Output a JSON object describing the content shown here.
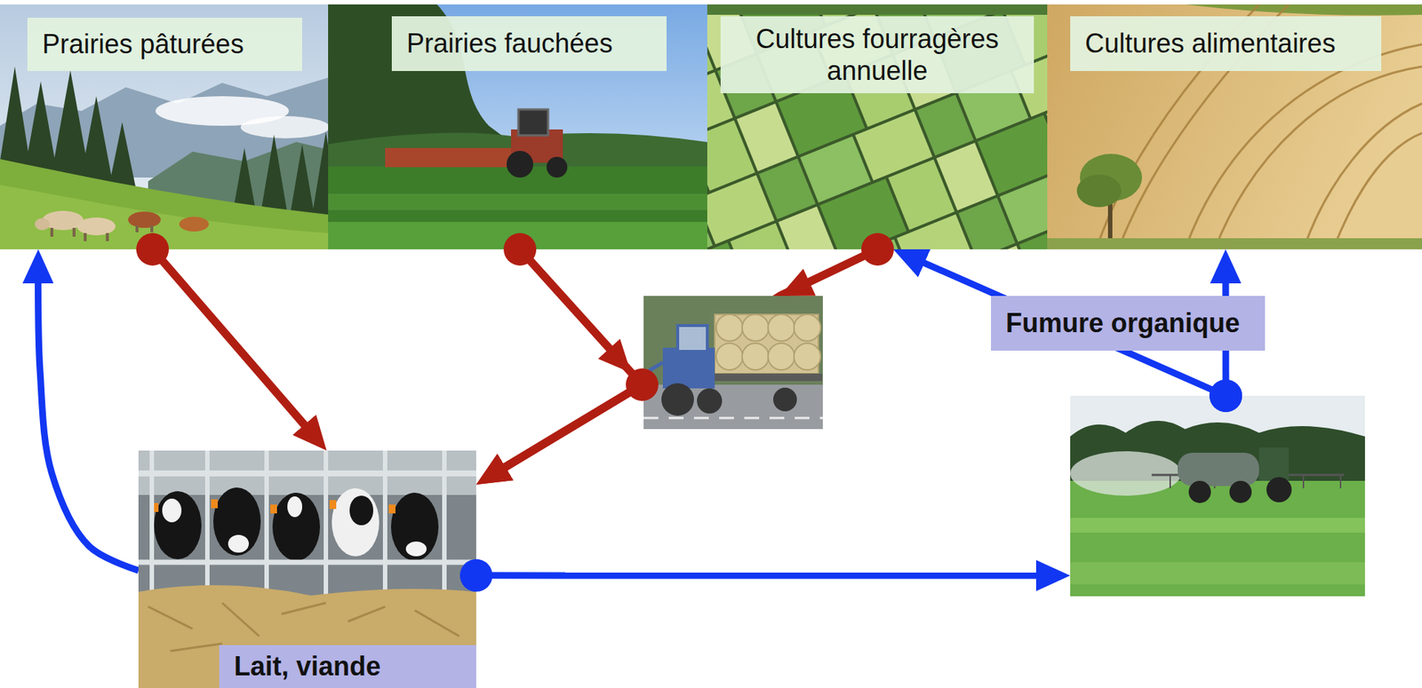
{
  "diagram": {
    "nodes": [
      {
        "text": [
          "Prairies pâturées"
        ]
      },
      {
        "text": [
          "Prairies fauchées"
        ]
      },
      {
        "text": [
          "Cultures fourragères annuelle"
        ]
      },
      {
        "text": [
          "Cultures alimentaires"
        ]
      },
      {
        "text": [
          "Fumure organique"
        ]
      },
      {
        "text": [
          "Lait, viande"
        ]
      }
    ],
    "edges": [
      {
        "from": 0,
        "to": 5,
        "arrow": "to"
      },
      {
        "from": 1,
        "to": 5,
        "arrow": "to"
      },
      {
        "from": 2,
        "to": 5,
        "arrow": "to"
      },
      {
        "from": 5,
        "to": 0,
        "arrow": "to"
      },
      {
        "from": 5,
        "to": 4,
        "arrow": "to"
      },
      {
        "from": 4,
        "to": 2,
        "arrow": "to"
      },
      {
        "from": 4,
        "to": 3,
        "arrow": "to"
      }
    ]
  }
}
